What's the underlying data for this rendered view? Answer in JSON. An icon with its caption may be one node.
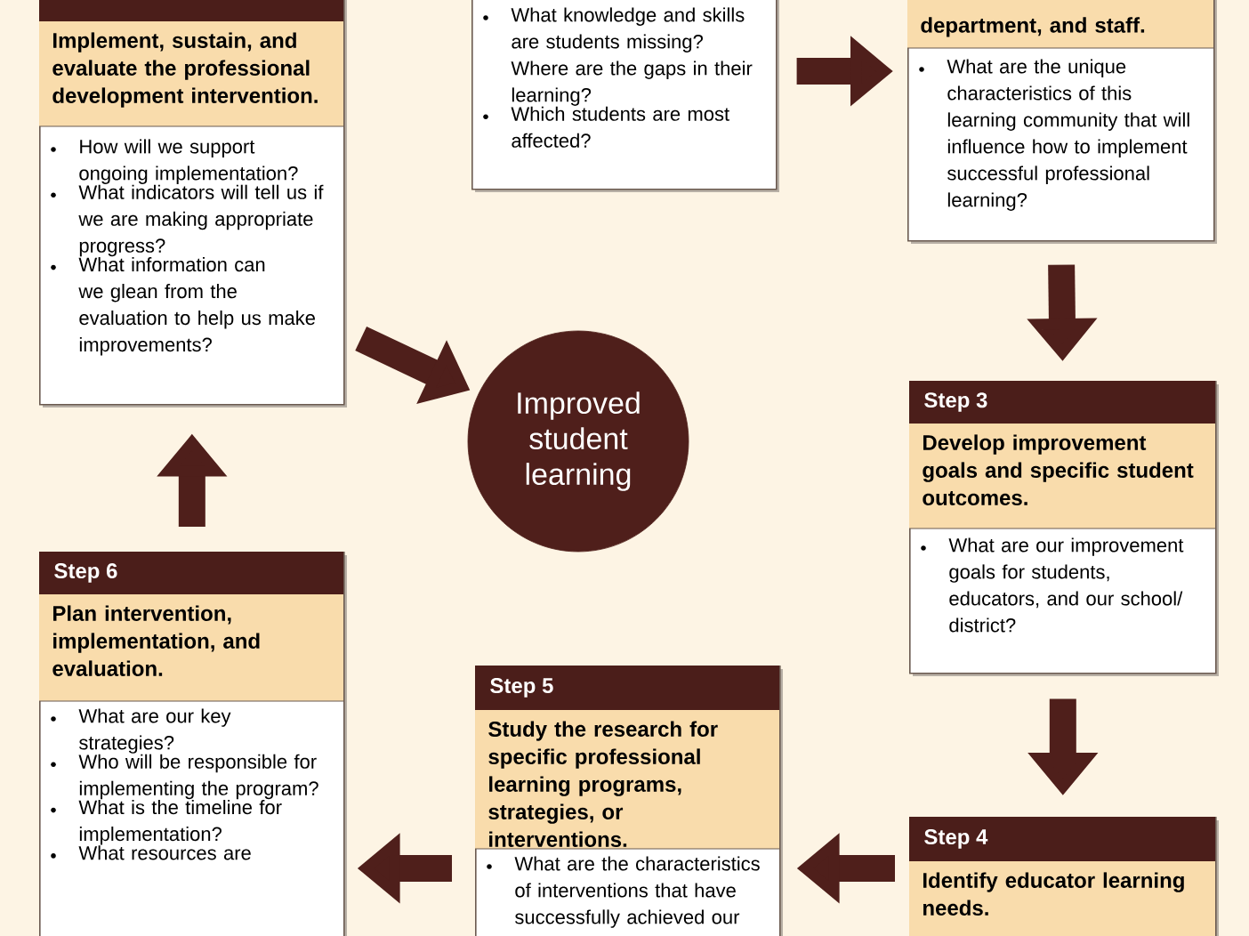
{
  "diagram": {
    "nodes": [
      {
        "text": [
          "Implement, sustain, and evaluate the professional development intervention.",
          "How will we support ongoing implementation?",
          "What indicators will tell us if we are making appropriate progress?",
          "What information can we glean from the evaluation to help us make improvements?"
        ]
      },
      {
        "text": [
          "What knowledge and skills are students missing? Where are the gaps in their learning?",
          "Which students are most affected?"
        ]
      },
      {
        "text": [
          "department, and staff.",
          "What are the unique characteristics of this learning community that will influence how to implement successful professional learning?"
        ]
      },
      {
        "text": [
          "Improved student learning"
        ]
      },
      {
        "text": [
          "Step 3",
          "Develop improvement goals and specific student outcomes.",
          "What are our improvement goals for students, educators, and our school/ district?"
        ]
      },
      {
        "text": [
          "Step 6",
          "Plan intervention, implementation, and evaluation.",
          "What are our key strategies?",
          "Who will be responsible for implementing the program?",
          "What is the timeline for implementation?",
          "What resources are"
        ]
      },
      {
        "text": [
          "Step 5",
          "Study the research for specific professional learning programs, strategies, or interventions.",
          "What are the characteristics of interventions that have successfully achieved our"
        ]
      },
      {
        "text": [
          "Step 4",
          "Identify educator learning needs."
        ]
      }
    ],
    "edges": [
      {
        "from": 1,
        "to": 2,
        "arrow": "to"
      },
      {
        "from": 2,
        "to": 4,
        "arrow": "to"
      },
      {
        "from": 4,
        "to": 7,
        "arrow": "to"
      },
      {
        "from": 7,
        "to": 6,
        "arrow": "to"
      },
      {
        "from": 6,
        "to": 5,
        "arrow": "to"
      },
      {
        "from": 5,
        "to": 0,
        "arrow": "to"
      },
      {
        "from": 0,
        "to": 3,
        "arrow": "to"
      }
    ]
  }
}
